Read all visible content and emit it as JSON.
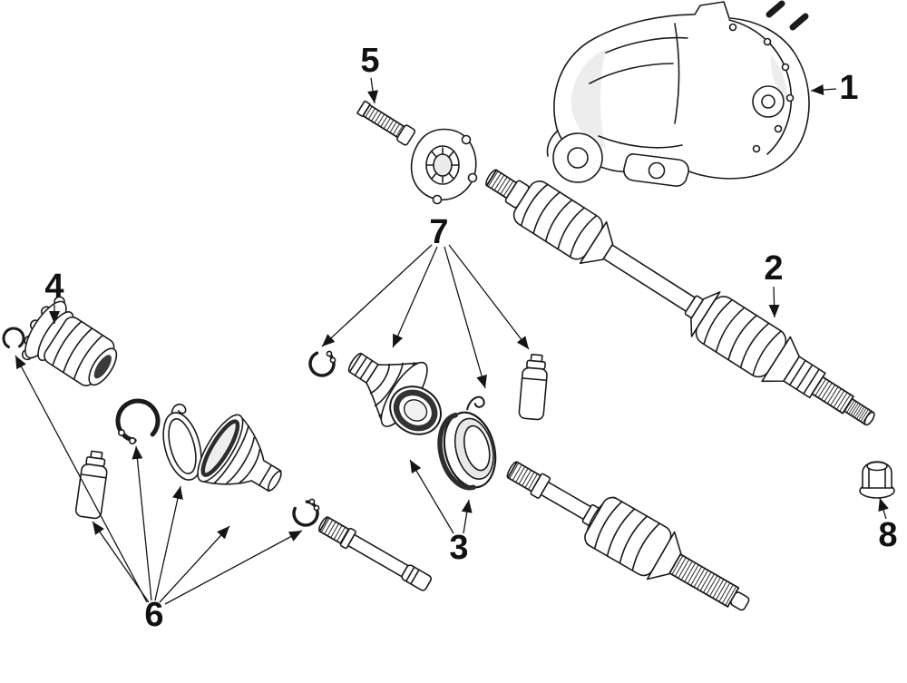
{
  "diagram": {
    "type": "exploded-parts-diagram",
    "subject": "rear-axle-shafts-and-differential",
    "colors": {
      "line": "#1b1b1b",
      "background": "#ffffff",
      "dark_fill": "#3a3a3a"
    },
    "callouts": [
      {
        "label": "1",
        "part": "differential-carrier-assembly"
      },
      {
        "label": "2",
        "part": "axle-shaft-assembly"
      },
      {
        "label": "3",
        "part": "dust-shield-set"
      },
      {
        "label": "4",
        "part": "inner-joint-assembly"
      },
      {
        "label": "5",
        "part": "stub-shaft-and-flange"
      },
      {
        "label": "6",
        "part": "inner-boot-kit"
      },
      {
        "label": "7",
        "part": "outer-boot-kit"
      },
      {
        "label": "8",
        "part": "axle-nut"
      }
    ]
  }
}
